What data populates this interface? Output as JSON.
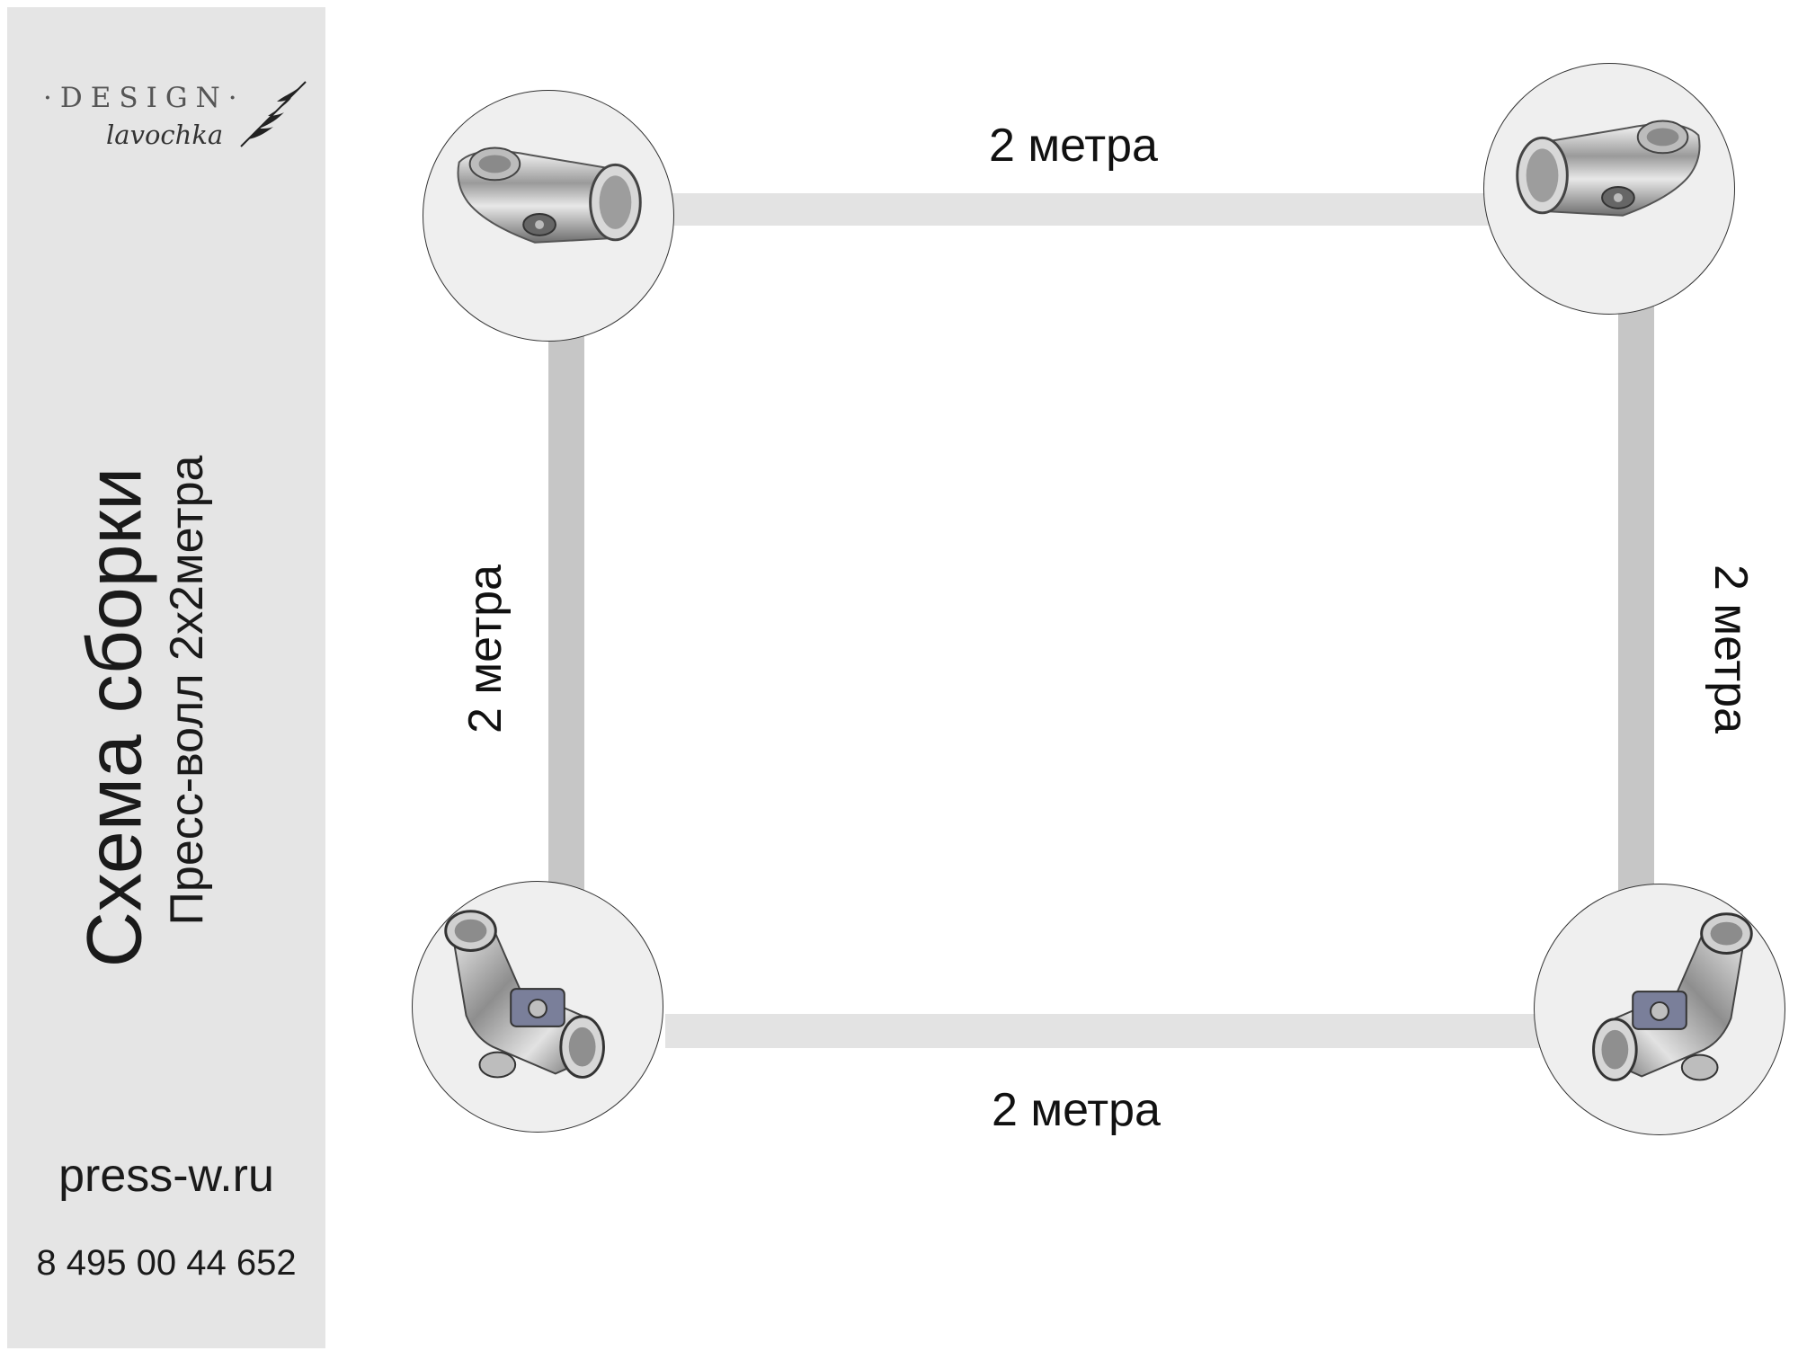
{
  "sidebar": {
    "logo_line1": "·DESIGN·",
    "logo_line2": "lavochka",
    "title": "Схема сборки",
    "subtitle": "Пресс-волл 2х2метра",
    "website": "press-w.ru",
    "phone": "8 495 00 44 652"
  },
  "diagram": {
    "top_length": "2 метра",
    "bottom_length": "2 метра",
    "left_length": "2 метра",
    "right_length": "2 метра",
    "connectors": [
      {
        "position": "top-left",
        "type": "straight-tee-connector"
      },
      {
        "position": "top-right",
        "type": "straight-tee-connector"
      },
      {
        "position": "bottom-left",
        "type": "angle-connector"
      },
      {
        "position": "bottom-right",
        "type": "angle-connector"
      }
    ]
  },
  "colors": {
    "sidebar_bg": "#e5e5e5",
    "horizontal_bar": "#e3e3e3",
    "vertical_bar": "#c6c6c6",
    "chrome": "#c9c9c9"
  }
}
